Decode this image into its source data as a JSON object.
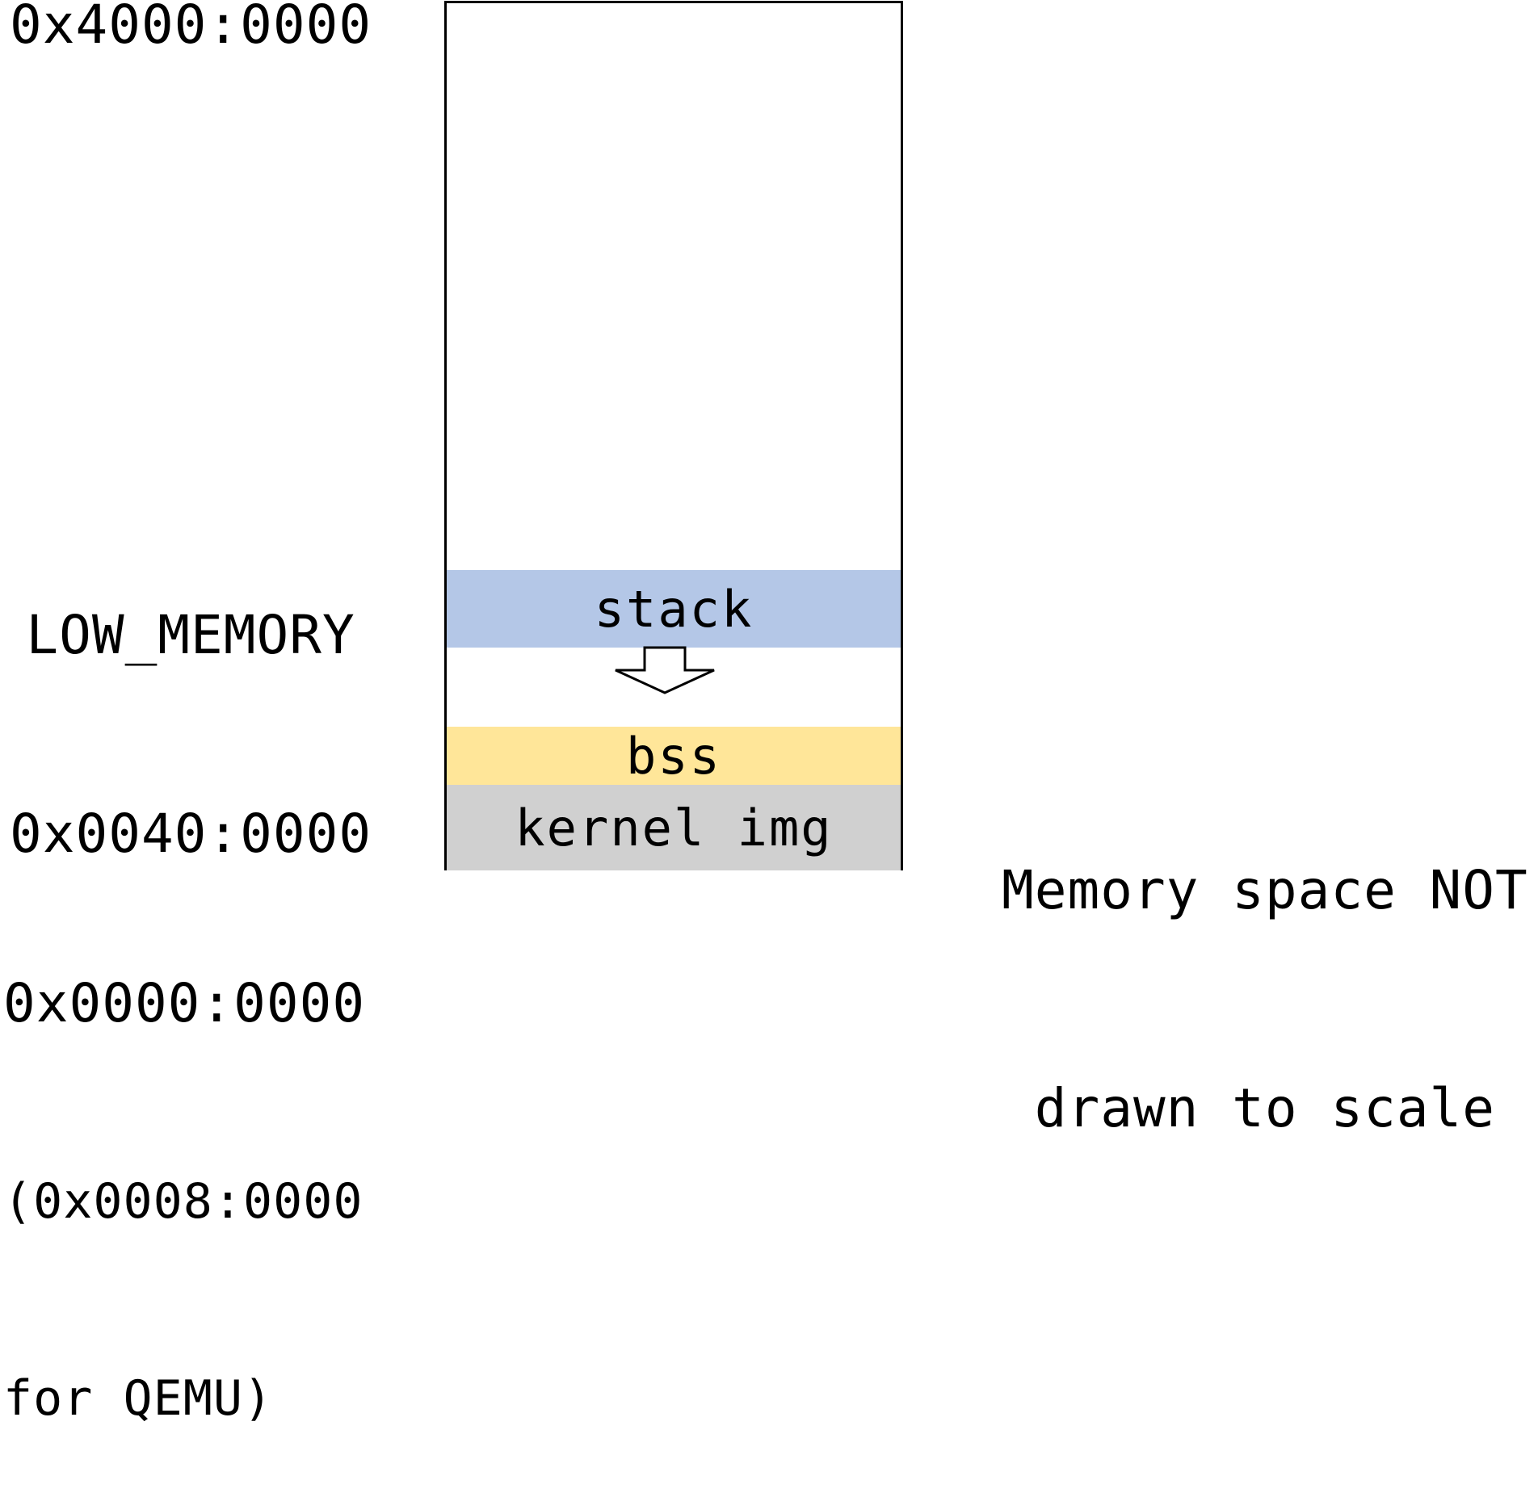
{
  "addresses": {
    "top": "0x4000:0000",
    "low_memory_label": "LOW_MEMORY",
    "low_memory": "0x0040:0000",
    "base": "0x0000:0000",
    "base_qemu_line1": "(0x0008:0000",
    "base_qemu_line2": "for QEMU)"
  },
  "regions": {
    "stack": "stack",
    "bss": "bss",
    "kernel": "kernel img"
  },
  "colors": {
    "stack": "#b4c7e7",
    "bss": "#ffe699",
    "kernel": "#d0d0d0",
    "outline": "#000000"
  },
  "note": {
    "line1": "Memory space NOT",
    "line2": "drawn to scale"
  },
  "icons": {
    "arrow": "down-arrow-icon"
  }
}
